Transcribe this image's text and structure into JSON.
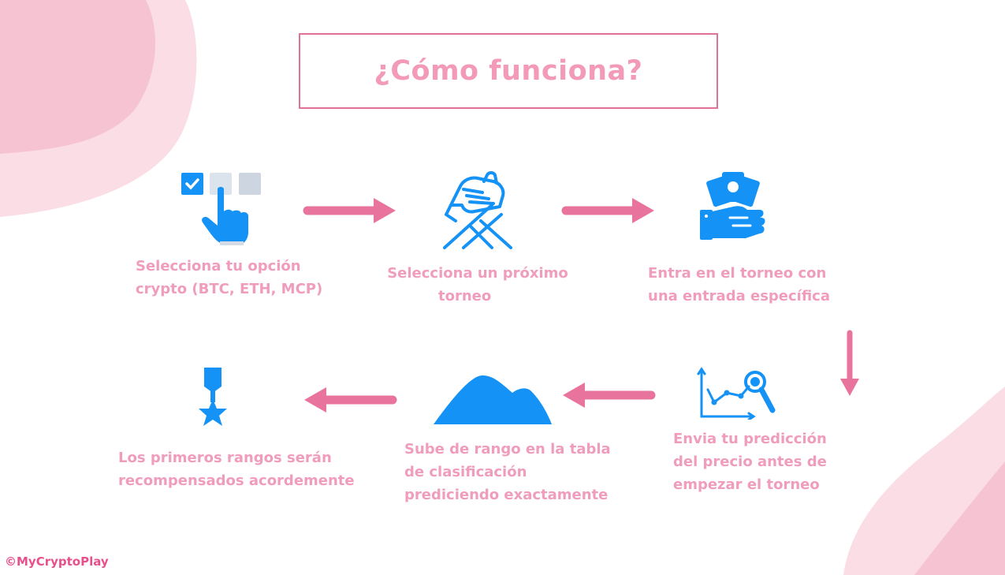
{
  "title": "¿Cómo funciona?",
  "steps": [
    {
      "icon": "checkbox-select-icon",
      "lines": [
        "Selecciona tu opción",
        "crypto (BTC, ETH, MCP)"
      ]
    },
    {
      "icon": "handshake-icon",
      "lines": [
        "Selecciona un próximo",
        "torneo"
      ]
    },
    {
      "icon": "hand-money-icon",
      "lines": [
        "Entra en el torneo con",
        "una entrada específica"
      ]
    },
    {
      "icon": "chart-search-icon",
      "lines": [
        "Envia tu predicción",
        "del precio antes de",
        "empezar el torneo"
      ]
    },
    {
      "icon": "mountain-icon",
      "lines": [
        "Sube de rango en la tabla",
        "de clasificación",
        "prediciendo exactamente"
      ]
    },
    {
      "icon": "medal-icon",
      "lines": [
        "Los primeros rangos serán",
        "recompensados acordemente"
      ]
    }
  ],
  "brand": "©MyCryptoPlay",
  "colors": {
    "accent": "#e8739c",
    "icon": "#1492f5",
    "text": "#f09cbc",
    "blob": "#f6c5d4"
  }
}
